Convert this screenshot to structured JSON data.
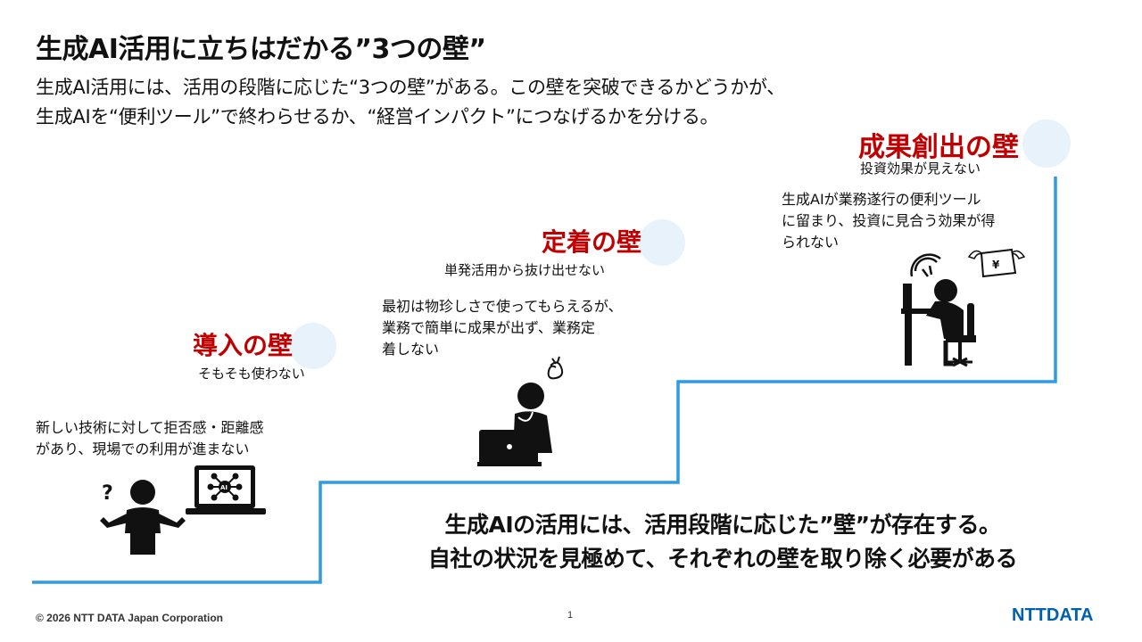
{
  "title": "生成AI活用に立ちはだかる”3つの壁”",
  "intro": {
    "line1": "生成AI活用には、活用の段階に応じた“3つの壁”がある。この壁を突破できるかどうかが、",
    "line2": "生成AIを“便利ツール”で終わらせるか、“経営インパクト”につなげるかを分ける。"
  },
  "walls": [
    {
      "title": "導入の壁",
      "subtitle": "そもそも使わない",
      "desc_lines": [
        "新しい技術に対して拒否感・距離感",
        "があり、現場での利用が進まない"
      ]
    },
    {
      "title": "定着の壁",
      "subtitle": "単発活用から抜け出せない",
      "desc_lines": [
        "最初は物珍しさで使ってもらえるが、",
        "業務で簡単に成果が出ず、業務定",
        "着しない"
      ]
    },
    {
      "title": "成果創出の壁",
      "subtitle": "投資効果が見えない",
      "desc_lines": [
        "生成AIが業務遂行の便利ツール",
        "に留まり、投資に見合う効果が得",
        "られない"
      ]
    }
  ],
  "conclusion": {
    "line1": "生成AIの活用には、活用段階に応じた”壁”が存在する。",
    "line2": "自社の状況を見極めて、それぞれの壁を取り除く必要がある"
  },
  "icons": {
    "confused_person": "confused-person-icon",
    "ai_laptop": "ai-laptop-icon",
    "frustrated_person": "frustrated-person-laptop-icon",
    "stressed_person": "stressed-person-desk-icon",
    "flying_money": "flying-money-icon"
  },
  "colors": {
    "wall_title": "#c00000",
    "stair_line": "#2f9be0",
    "circle": "#e7f2fb",
    "logo": "#0060b0"
  },
  "footer": {
    "copyright": "© 2026 NTT DATA Japan Corporation",
    "page": "1",
    "logo": "NTTDATA"
  }
}
